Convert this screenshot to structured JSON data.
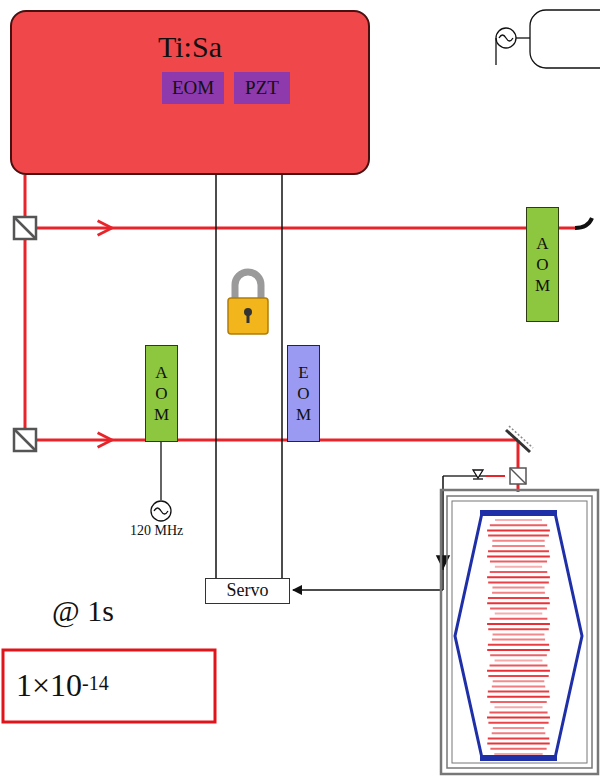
{
  "diagram": {
    "nodes": [
      {
        "text": [
          "Ti:Sa"
        ]
      },
      {
        "text": [
          "EOM"
        ],
        "in": 0
      },
      {
        "text": [
          "PZT"
        ],
        "in": 0
      },
      {
        "text": [
          "A O M"
        ]
      },
      {
        "text": [
          "A O M"
        ]
      },
      {
        "text": [
          "E O M"
        ]
      },
      {
        "text": [
          "Servo"
        ]
      }
    ],
    "edges": [
      {
        "from": 6,
        "to": 1,
        "arrow": "to"
      },
      {
        "from": 6,
        "to": 2,
        "arrow": "to"
      }
    ],
    "labels": [
      "120 MHz",
      "@ 1s",
      "1×10",
      "-14"
    ]
  }
}
